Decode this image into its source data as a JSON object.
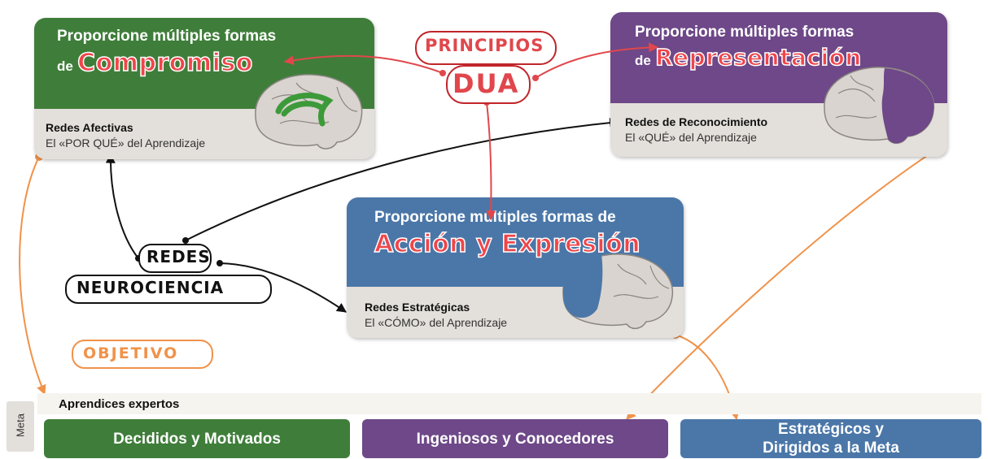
{
  "colors": {
    "green": "#3f7e3a",
    "purple": "#6e4888",
    "blue": "#4b77a8",
    "red_arrow": "#e0474c",
    "orange_arrow": "#f0924a",
    "panel": "#e3dfda"
  },
  "dua_title": {
    "line1": "PRINCIPIOS",
    "line2": "DUA"
  },
  "neuro_title": {
    "line1": "REDES",
    "line2": "NEUROCIENCIA"
  },
  "objetivo_label": "OBJETIVO",
  "principles": {
    "engagement": {
      "heading_line1": "Proporcione múltiples formas",
      "heading_prefix": "de",
      "keyword": "Compromiso",
      "network_name": "Redes Afectivas",
      "network_desc": "El «POR QUÉ» del Aprendizaje",
      "brain_icon": "brain-limbic-icon"
    },
    "representation": {
      "heading_line1": "Proporcione múltiples formas",
      "heading_prefix": "de",
      "keyword": "Representación",
      "network_name": "Redes de Reconocimiento",
      "network_desc": "El «QUÉ» del Aprendizaje",
      "brain_icon": "brain-posterior-icon"
    },
    "action": {
      "heading_line1": "Proporcione múltiples formas de",
      "keyword": "Acción y Expresión",
      "network_name": "Redes Estratégicas",
      "network_desc": "El «CÓMO» del Aprendizaje",
      "brain_icon": "brain-frontal-icon"
    }
  },
  "goal": {
    "side_label": "Meta",
    "heading": "Aprendices expertos",
    "items": [
      {
        "label": "Decididos y Motivados"
      },
      {
        "label": "Ingeniosos y Conocedores"
      },
      {
        "label_line1": "Estratégicos y",
        "label_line2": "Dirigidos a la Meta"
      }
    ]
  }
}
